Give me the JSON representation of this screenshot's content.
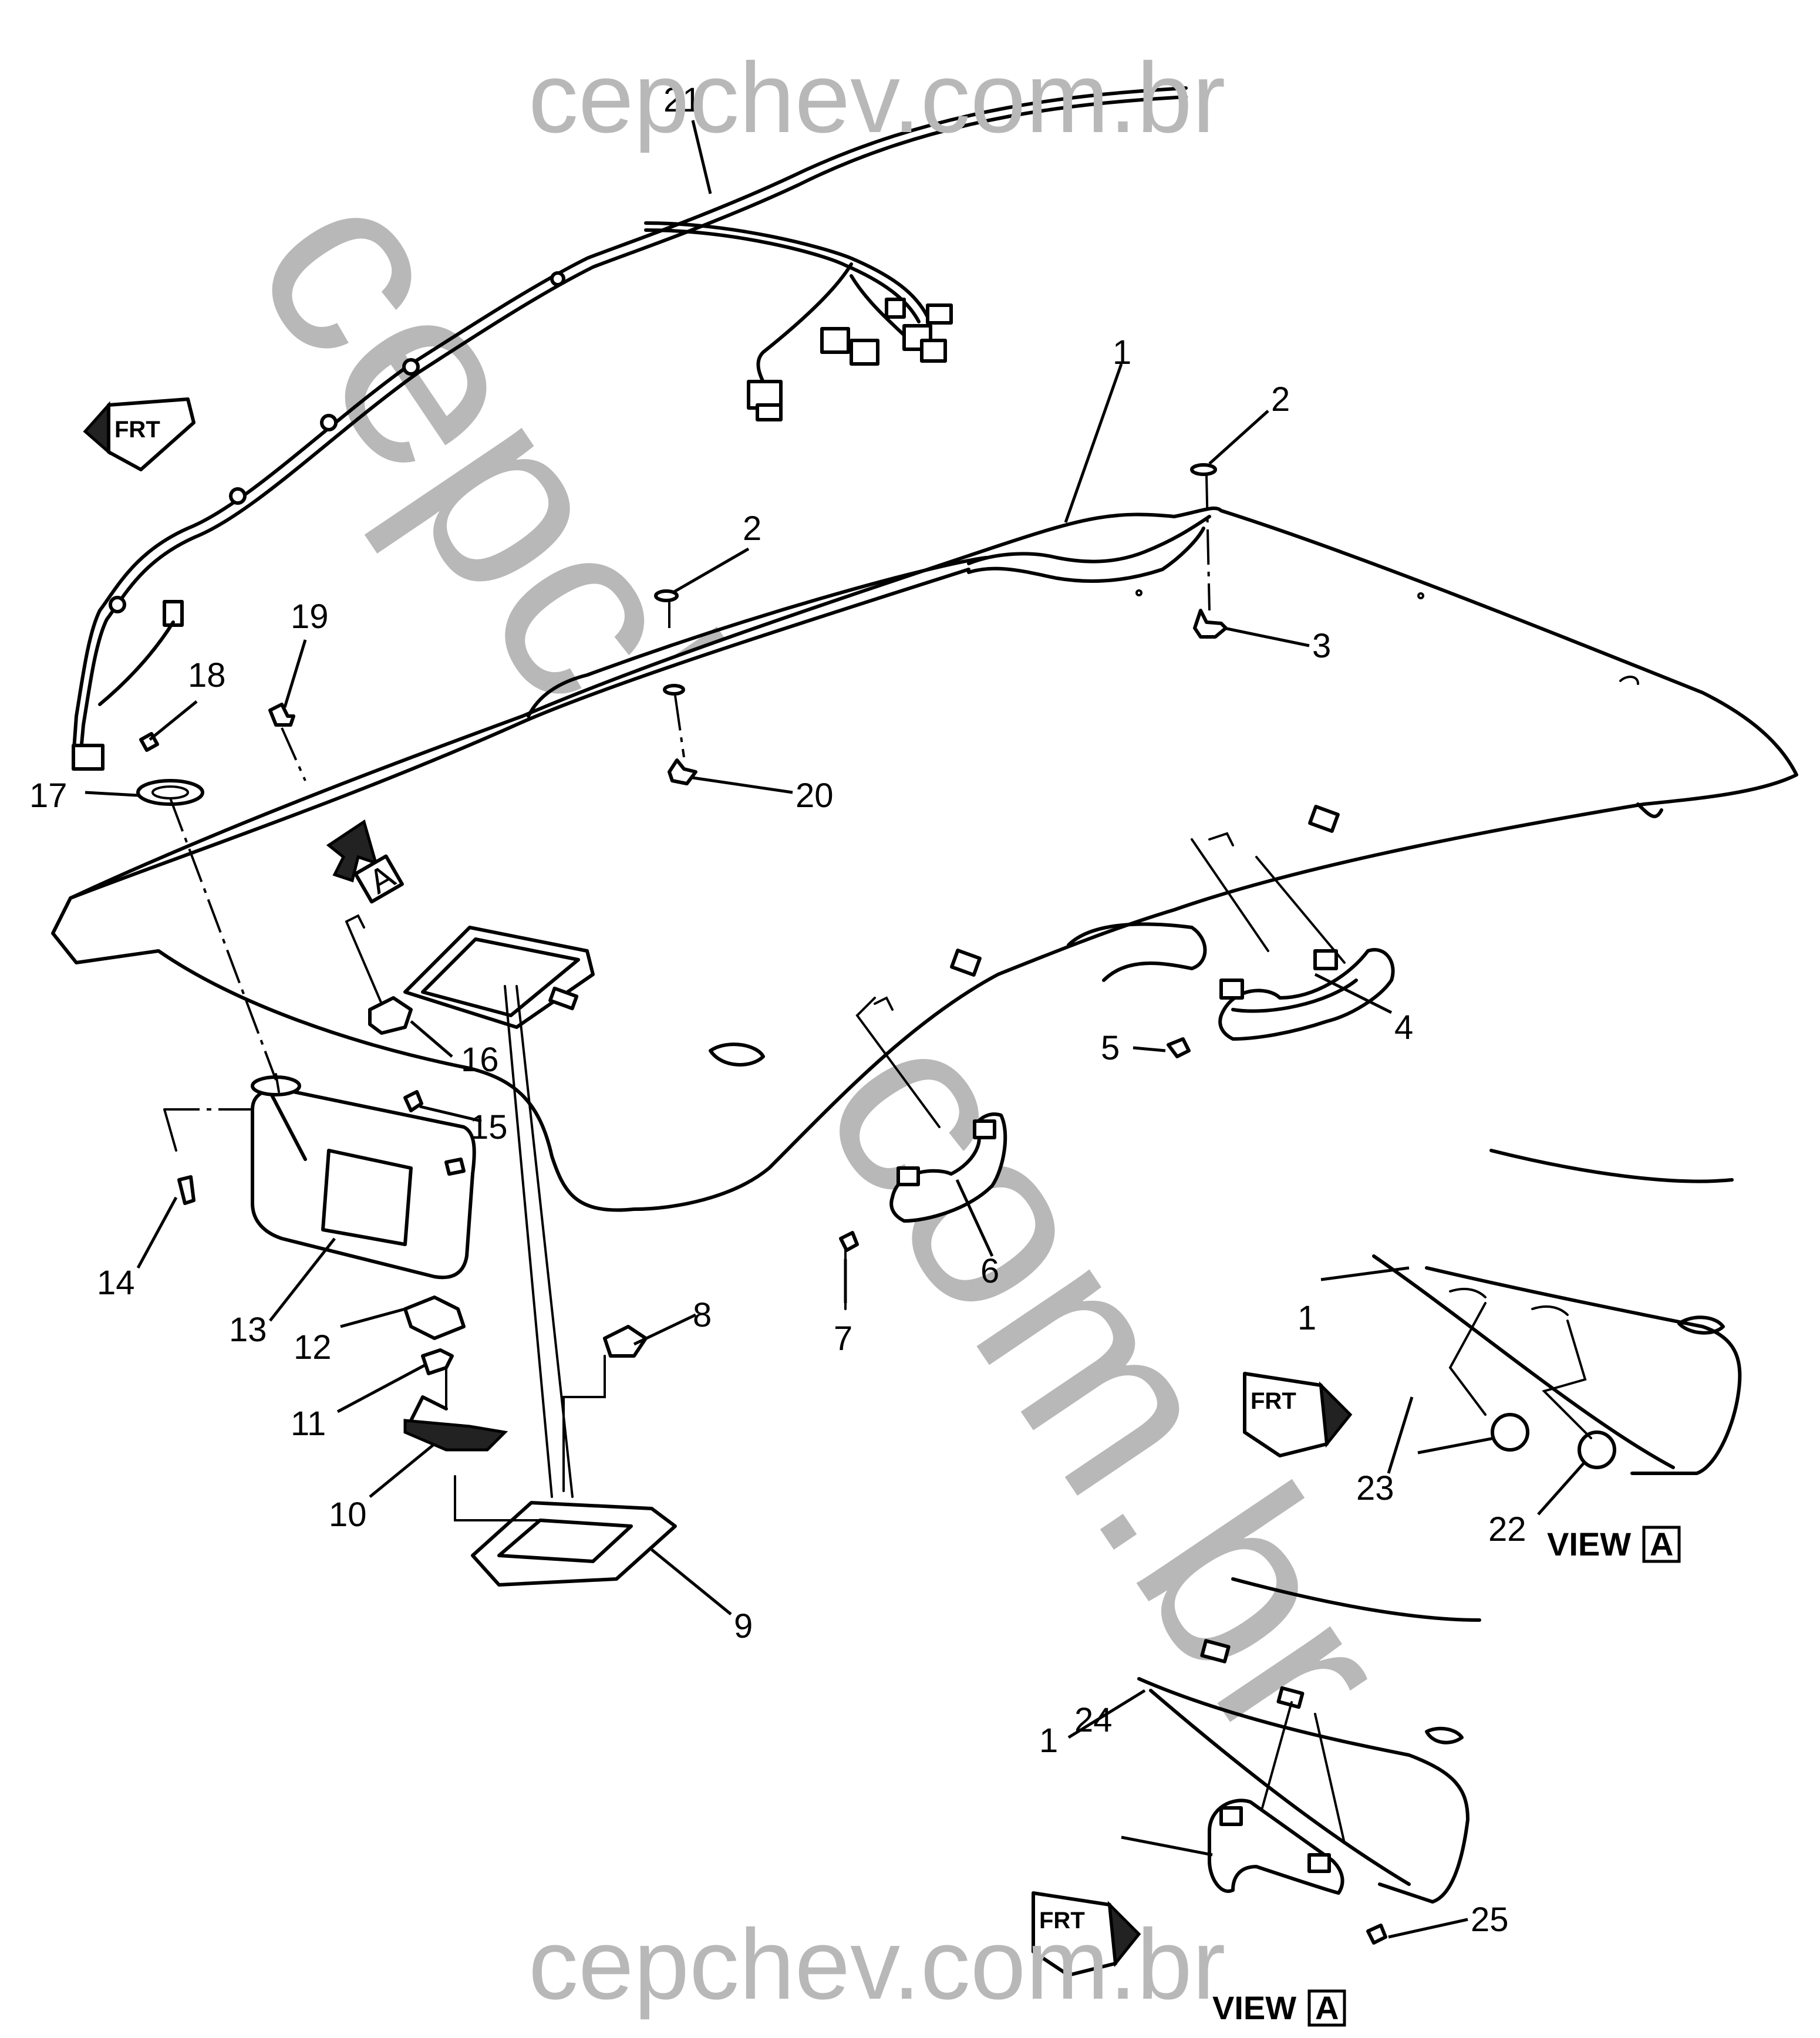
{
  "watermarks": {
    "top": "cepchev.com.br",
    "diagonal": "cepchev.com.br",
    "bottom": "cepchev.com.br"
  },
  "callouts": {
    "c1_main": "1",
    "c2_right": "2",
    "c2_left": "2",
    "c3": "3",
    "c4": "4",
    "c5": "5",
    "c6": "6",
    "c7": "7",
    "c8": "8",
    "c9": "9",
    "c10": "10",
    "c11": "11",
    "c12": "12",
    "c13": "13",
    "c14": "14",
    "c15": "15",
    "c16": "16",
    "c17": "17",
    "c18": "18",
    "c19": "19",
    "c20": "20",
    "c21": "21",
    "c22": "22",
    "c23": "23",
    "c24": "24",
    "c25": "25",
    "c1_view_a_upper": "1",
    "c1_view_a_lower": "1"
  },
  "view_labels": {
    "upper_word": "VIEW",
    "upper_letter": "A",
    "lower_word": "VIEW",
    "lower_letter": "A"
  },
  "view_arrow_letter": "A",
  "frt_arrows": {
    "main": "FRT",
    "view_a_upper": "FRT",
    "view_a_lower": "FRT"
  }
}
